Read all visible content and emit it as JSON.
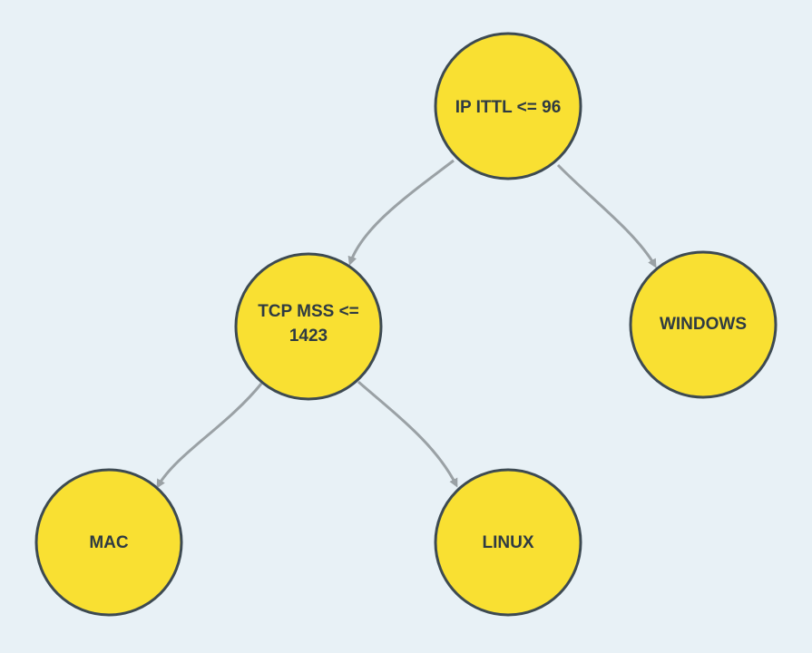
{
  "diagram": {
    "type": "decision-tree",
    "colors": {
      "background": "#e8f1f6",
      "node_fill": "#f9e032",
      "node_stroke": "#3d4a52",
      "edge": "#9aa1a5",
      "text": "#2f3b42"
    },
    "nodes": {
      "root": {
        "lines": [
          "IP ITTL <= 96"
        ]
      },
      "tcp": {
        "lines": [
          "TCP MSS <=",
          "1423"
        ]
      },
      "windows": {
        "lines": [
          "WINDOWS"
        ]
      },
      "mac": {
        "lines": [
          "MAC"
        ]
      },
      "linux": {
        "lines": [
          "LINUX"
        ]
      }
    },
    "edges": [
      {
        "from": "root",
        "to": "tcp"
      },
      {
        "from": "root",
        "to": "windows"
      },
      {
        "from": "tcp",
        "to": "mac"
      },
      {
        "from": "tcp",
        "to": "linux"
      }
    ]
  }
}
